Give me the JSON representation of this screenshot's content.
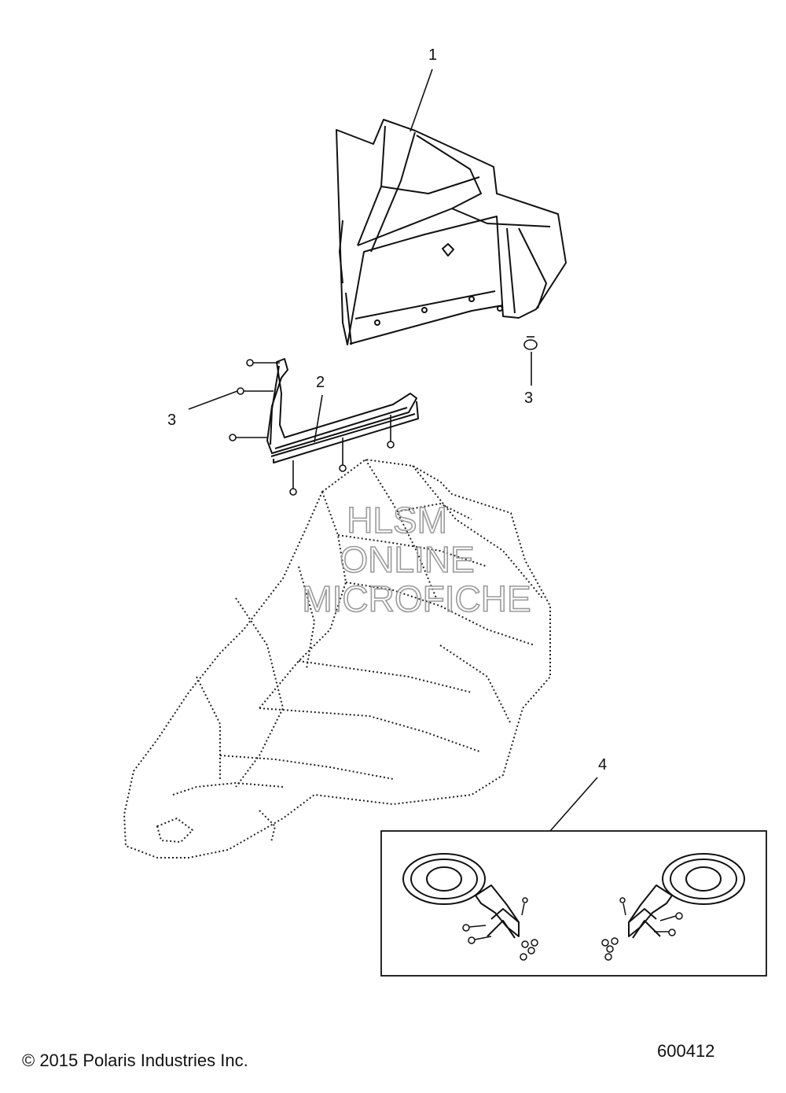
{
  "callouts": {
    "windshield": "1",
    "trim": "2",
    "screw_left": "3",
    "screw_right": "3",
    "mirror_kit": "4"
  },
  "watermark": {
    "line1": "HLSM",
    "line2": "ONLINE",
    "line3": "MICROFICHE"
  },
  "footer": {
    "copyright": "© 2015 Polaris Industries Inc.",
    "drawing_number": "600412"
  }
}
